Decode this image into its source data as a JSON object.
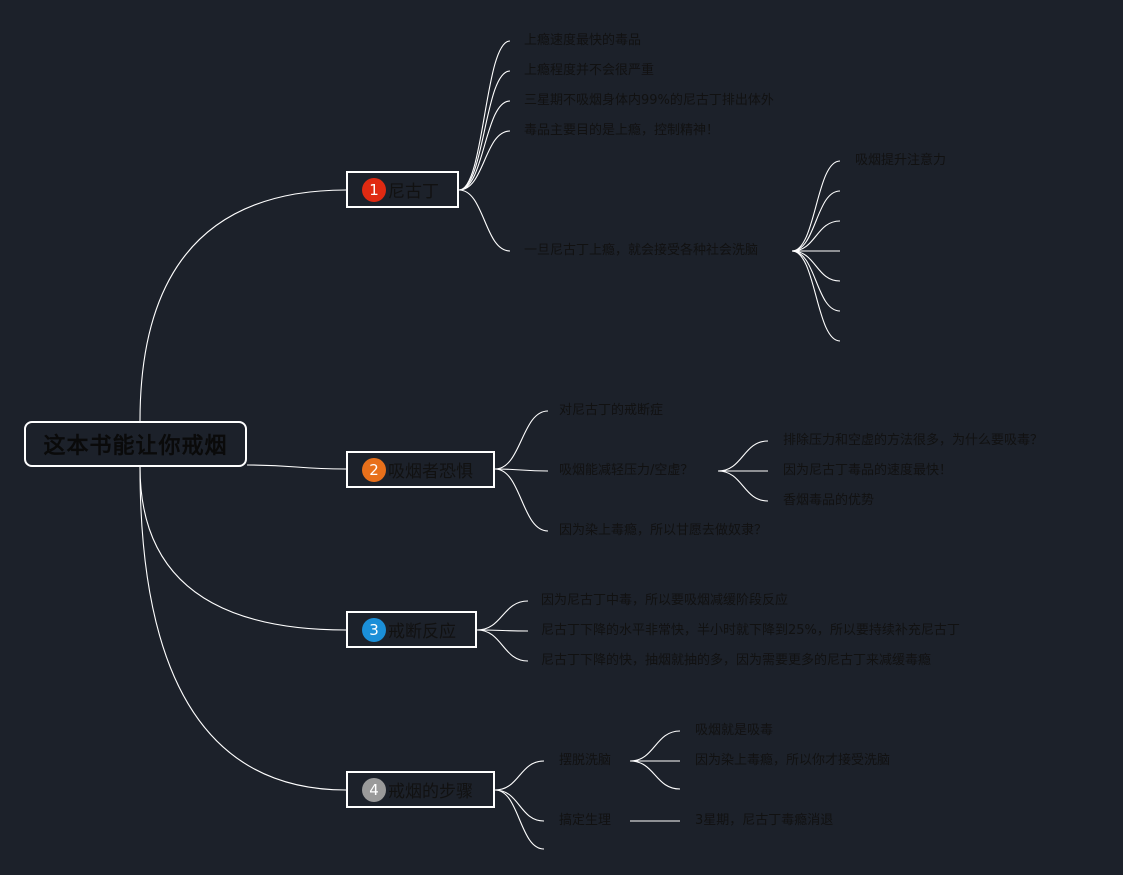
{
  "root": {
    "label": "这本书能让你戒烟"
  },
  "branches": [
    {
      "label": "尼古丁",
      "number": "1",
      "color": "#e02a12"
    },
    {
      "label": "吸烟者恐惧",
      "number": "2",
      "color": "#e8701b"
    },
    {
      "label": "戒断反应",
      "number": "3",
      "color": "#1b8fd8"
    },
    {
      "label": "戒烟的步骤",
      "number": "4",
      "color": "#9a9a9a"
    }
  ],
  "topics": {
    "b1_t1": "上瘾速度最快的毒品",
    "b1_t2": "上瘾程度并不会很严重",
    "b1_t3": "三星期不吸烟身体内99%的尼古丁排出体外",
    "b1_t4": "毒品主要目的是上瘾，控制精神！",
    "b1_t5": "一旦尼古丁上瘾，就会接受各种社会洗脑",
    "b1_t5_c1": "吸烟提升注意力",
    "b2_t1": "对尼古丁的戒断症",
    "b2_t2": "吸烟能减轻压力/空虚？",
    "b2_t2_c1": "排除压力和空虚的方法很多，为什么要吸毒？",
    "b2_t2_c2": "因为尼古丁毒品的速度最快！",
    "b2_t2_c3": "香烟毒品的优势",
    "b2_t3": "因为染上毒瘾，所以甘愿去做奴隶？",
    "b3_t1": "因为尼古丁中毒，所以要吸烟减缓阶段反应",
    "b3_t2": "尼古丁下降的水平非常快，半小时就下降到25%，所以要持续补充尼古丁",
    "b3_t3": "尼古丁下降的快，抽烟就抽的多，因为需要更多的尼古丁来减缓毒瘾",
    "b4_t1": "摆脱洗脑",
    "b4_t1_c1": "吸烟就是吸毒",
    "b4_t1_c2": "因为染上毒瘾，所以你才接受洗脑",
    "b4_t2": "搞定生理",
    "b4_t2_c1": "3星期，尼古丁毒瘾消退"
  },
  "colors": {
    "background": "#1c212a",
    "line": "#ffffff",
    "text": "#111111"
  }
}
